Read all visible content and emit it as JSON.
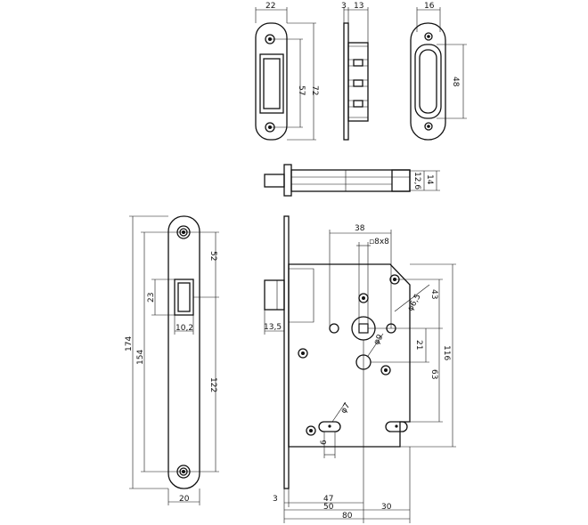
{
  "strike_plate": {
    "width": "22",
    "hole_spacing": "57",
    "length": "72"
  },
  "strike_side": {
    "thickness": "3",
    "depth": "13"
  },
  "strike_box": {
    "width": "16",
    "opening": "48"
  },
  "latch_top": {
    "height_a": "12,6",
    "height_b": "14"
  },
  "faceplate": {
    "upper_distance": "52",
    "latch_opening": "23",
    "total_length": "174",
    "hole_spacing": "154",
    "latch_width": "10,2",
    "lower_distance": "122",
    "width": "20"
  },
  "lock_body": {
    "latch_projection": "13,5",
    "backset_38": "38",
    "spindle_square": "▫8x8",
    "hole_d65": "φ6,5",
    "hole_d9": "φ9",
    "dist_43": "43",
    "dist_21": "21",
    "height_116": "116",
    "dist_63": "63",
    "hole_d7": "φ7",
    "slot_width": "6",
    "front_thickness": "3",
    "backset_47": "47",
    "backset_50": "50",
    "body_depth": "80",
    "rear_30": "30"
  }
}
